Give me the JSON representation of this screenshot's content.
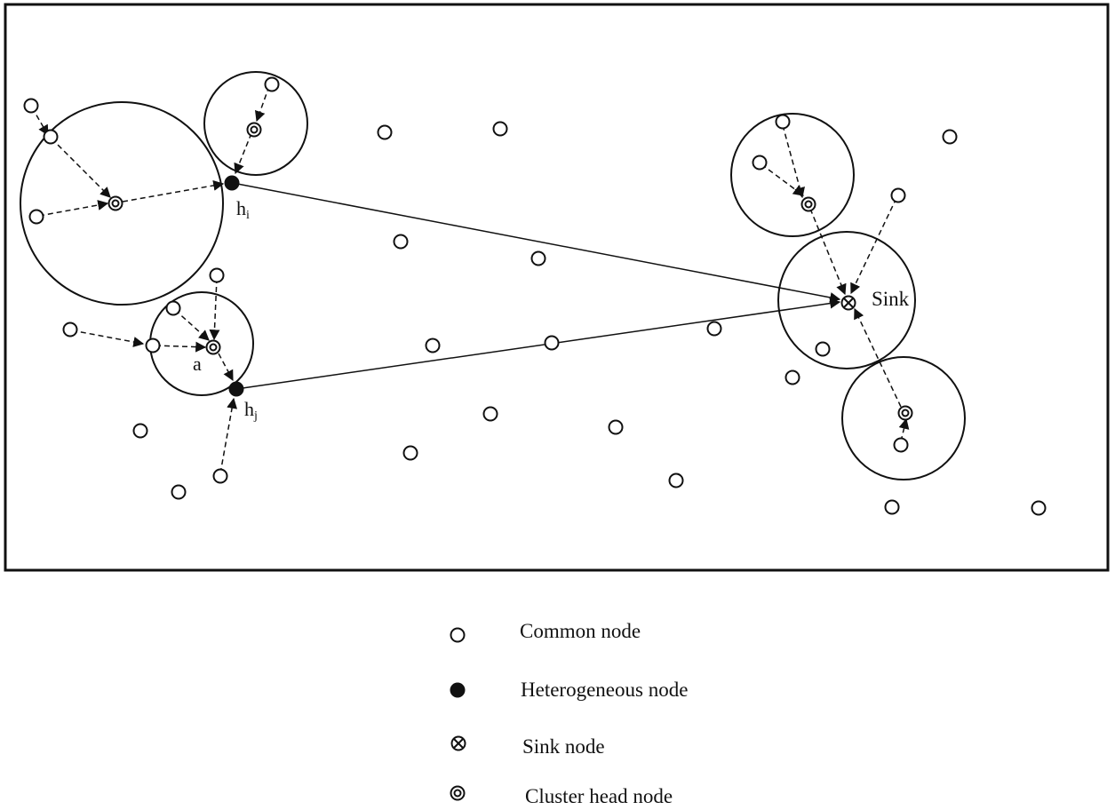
{
  "labels": {
    "hi_base": "h",
    "hi_sub": "i",
    "hj_base": "h",
    "hj_sub": "j",
    "a": "a",
    "sink": "Sink"
  },
  "legend": {
    "common": "Common node",
    "heterogeneous": "Heterogeneous node",
    "sink": "Sink node",
    "cluster_head": "Cluster head node"
  },
  "colors": {
    "stroke": "#111111",
    "fill": "#ffffff"
  }
}
